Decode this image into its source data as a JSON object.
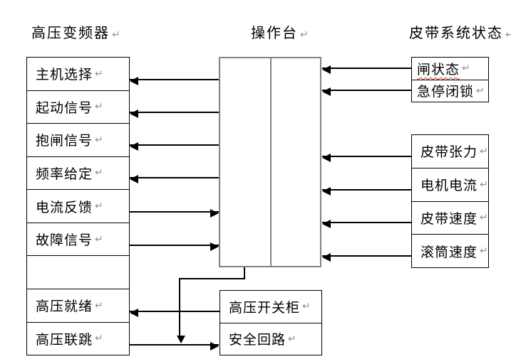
{
  "headers": {
    "left": "高压变频器",
    "center": "操作台",
    "right": "皮带系统状态"
  },
  "pmark": "↵",
  "inverter_rows": [
    "主机选择",
    "起动信号",
    "抱闸信号",
    "频率给定",
    "电流反馈",
    "故障信号",
    "",
    "高压就绪",
    "高压联跳"
  ],
  "belt_status_rows": [
    "闸状态",
    "急停闭锁"
  ],
  "belt_signal_rows": [
    "皮带张力",
    "电机电流",
    "皮带速度",
    "滚筒速度"
  ],
  "switchgear_rows": [
    "高压开关柜",
    "安全回路"
  ],
  "annotations": {
    "wavy_red_underline_under": "闸状态"
  },
  "colors": {
    "box_border": "#000000",
    "console_border": "#828282",
    "arrow": "#000000",
    "paragraph_mark": "#929292",
    "spellcheck_squiggle": "#cf3a2b",
    "background": "#ffffff"
  },
  "connections": [
    {
      "from": "操作台",
      "to": "主机选择",
      "arrow": "left"
    },
    {
      "from": "操作台",
      "to": "起动信号",
      "arrow": "left"
    },
    {
      "from": "操作台",
      "to": "抱闸信号",
      "arrow": "left"
    },
    {
      "from": "操作台",
      "to": "频率给定",
      "arrow": "left"
    },
    {
      "from": "电流反馈",
      "to": "操作台",
      "arrow": "right"
    },
    {
      "from": "故障信号",
      "to": "操作台",
      "arrow": "right"
    },
    {
      "from": "闸状态",
      "to": "操作台",
      "arrow": "left"
    },
    {
      "from": "急停闭锁",
      "to": "操作台",
      "arrow": "left"
    },
    {
      "from": "皮带张力",
      "to": "操作台",
      "arrow": "left"
    },
    {
      "from": "电机电流",
      "to": "操作台",
      "arrow": "left"
    },
    {
      "from": "皮带速度",
      "to": "操作台",
      "arrow": "left"
    },
    {
      "from": "滚筒速度",
      "to": "操作台",
      "arrow": "left"
    },
    {
      "from": "高压开关柜",
      "to": "高压就绪",
      "arrow": "left"
    },
    {
      "from": "高压联跳",
      "to": "安全回路",
      "arrow": "right"
    },
    {
      "from": "操作台",
      "to": "高压联跳-安全回路连线",
      "arrow": "down"
    }
  ]
}
